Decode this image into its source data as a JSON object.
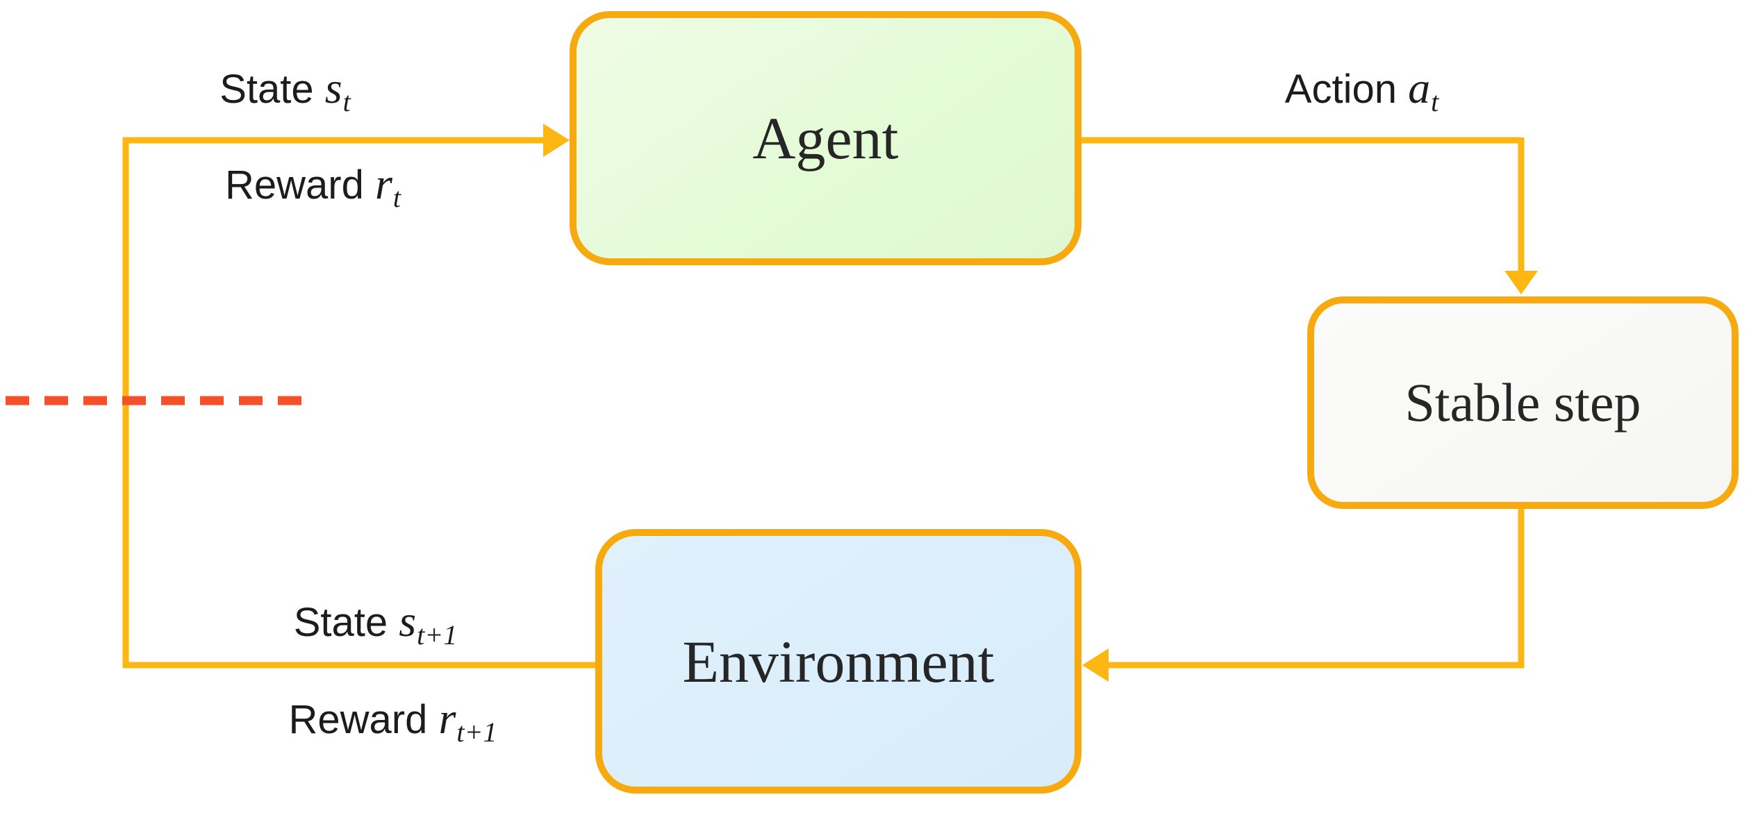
{
  "nodes": {
    "agent": {
      "label": "Agent"
    },
    "stable_step": {
      "label": "Stable step"
    },
    "environment": {
      "label": "Environment"
    }
  },
  "labels": {
    "state_t": {
      "word": "State",
      "variable": "s",
      "subscript": "t"
    },
    "reward_t": {
      "word": "Reward",
      "variable": "r",
      "subscript": "t"
    },
    "action_t": {
      "word": "Action",
      "variable": "a",
      "subscript": "t"
    },
    "state_t1": {
      "word": "State",
      "variable": "s",
      "subscript": "t+1"
    },
    "reward_t1": {
      "word": "Reward",
      "variable": "r",
      "subscript": "t+1"
    }
  },
  "colors": {
    "connector_orange": "#FDB713",
    "box_border_orange": "#F7AA10",
    "dashed_line_red": "#F4502A",
    "agent_fill_green": "#E4FBD7",
    "environment_fill_blue": "#D9EDFA",
    "stable_step_fill_gray": "#F7F7F5",
    "text_dark": "#262626"
  }
}
